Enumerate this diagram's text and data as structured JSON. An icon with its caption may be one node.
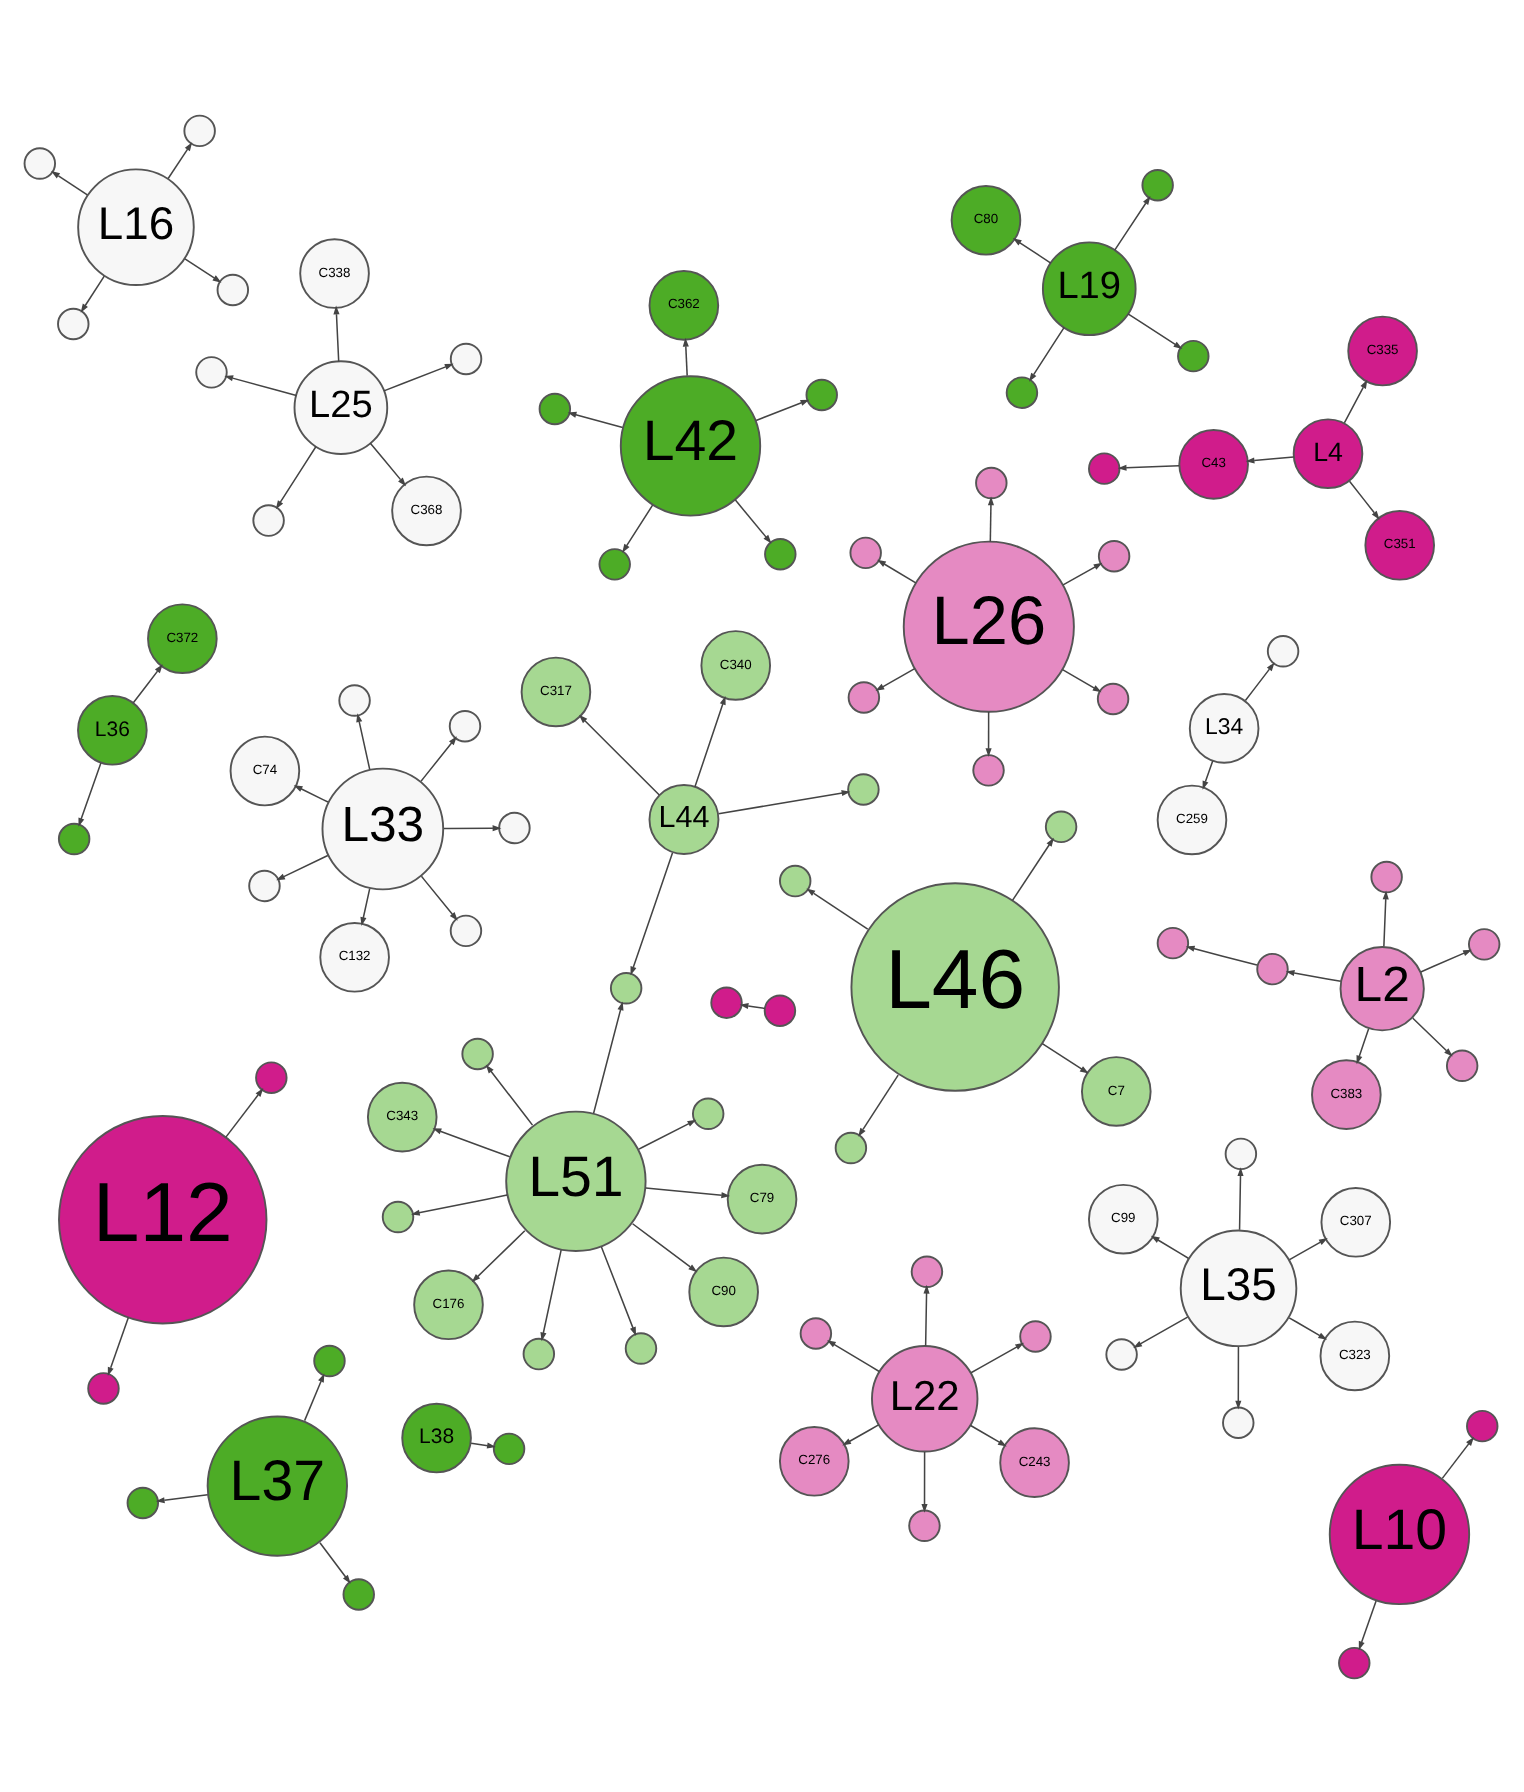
{
  "diagram": {
    "nodes": [
      {
        "text": [
          "L42"
        ]
      },
      {
        "text": [],
        "shape": "circle"
      },
      {
        "text": [],
        "shape": "circle"
      },
      {
        "text": [],
        "shape": "circle"
      },
      {
        "text": [],
        "shape": "circle"
      },
      {
        "text": [],
        "shape": "circle"
      },
      {
        "text": [
          "C362"
        ]
      },
      {
        "text": [
          "L37"
        ]
      },
      {
        "text": [],
        "shape": "circle"
      },
      {
        "text": [],
        "shape": "circle"
      },
      {
        "text": [
          "L36"
        ]
      },
      {
        "text": [
          "C372"
        ]
      },
      {
        "text": [],
        "shape": "circle"
      },
      {
        "text": [
          "L38"
        ]
      },
      {
        "text": [],
        "shape": "circle"
      },
      {
        "text": [
          "L19"
        ]
      },
      {
        "text": [],
        "shape": "circle"
      },
      {
        "text": [],
        "shape": "circle"
      },
      {
        "text": [
          "C80"
        ]
      },
      {
        "text": [],
        "shape": "circle"
      },
      {
        "text": [
          "L35"
        ]
      },
      {
        "text": [
          "C323"
        ]
      },
      {
        "text": [],
        "shape": "circle"
      },
      {
        "text": [
          "C99"
        ]
      },
      {
        "text": [
          "C307"
        ]
      },
      {
        "text": [],
        "shape": "circle"
      },
      {
        "text": [],
        "shape": "circle"
      },
      {
        "text": [
          "L34"
        ]
      },
      {
        "text": [],
        "shape": "circle"
      },
      {
        "text": [
          "C259"
        ]
      },
      {
        "text": [
          "L33"
        ]
      },
      {
        "text": [],
        "shape": "circle"
      },
      {
        "text": [
          "C132"
        ]
      },
      {
        "text": [
          "C74"
        ]
      },
      {
        "text": [],
        "shape": "circle"
      },
      {
        "text": [],
        "shape": "circle"
      },
      {
        "text": [],
        "shape": "circle"
      },
      {
        "text": [],
        "shape": "circle"
      },
      {
        "text": [
          "L25"
        ]
      },
      {
        "text": [
          "C368"
        ]
      },
      {
        "text": [],
        "shape": "circle"
      },
      {
        "text": [],
        "shape": "circle"
      },
      {
        "text": [],
        "shape": "circle"
      },
      {
        "text": [
          "C338"
        ]
      },
      {
        "text": [
          "L16"
        ]
      },
      {
        "text": [],
        "shape": "circle"
      },
      {
        "text": [],
        "shape": "circle"
      },
      {
        "text": [],
        "shape": "circle"
      },
      {
        "text": [],
        "shape": "circle"
      },
      {
        "text": [
          "L46"
        ]
      },
      {
        "text": [
          "C7"
        ]
      },
      {
        "text": [],
        "shape": "circle"
      },
      {
        "text": [],
        "shape": "circle"
      },
      {
        "text": [],
        "shape": "circle"
      },
      {
        "text": [
          "L51"
        ]
      },
      {
        "text": [
          "C79"
        ]
      },
      {
        "text": [],
        "shape": "circle"
      },
      {
        "text": [],
        "shape": "circle"
      },
      {
        "text": [],
        "shape": "circle"
      },
      {
        "text": [
          "C343"
        ]
      },
      {
        "text": [],
        "shape": "circle"
      },
      {
        "text": [
          "C90"
        ]
      },
      {
        "text": [
          "C176"
        ]
      },
      {
        "text": [],
        "shape": "circle"
      },
      {
        "text": [],
        "shape": "circle"
      },
      {
        "text": [
          "L44"
        ]
      },
      {
        "text": [],
        "shape": "circle"
      },
      {
        "text": [
          "C340"
        ]
      },
      {
        "text": [
          "C317"
        ]
      },
      {
        "text": [
          "L12"
        ]
      },
      {
        "text": [],
        "shape": "circle"
      },
      {
        "text": [],
        "shape": "circle"
      },
      {
        "text": [
          "L10"
        ]
      },
      {
        "text": [],
        "shape": "circle"
      },
      {
        "text": [],
        "shape": "circle"
      },
      {
        "text": [
          "L4"
        ]
      },
      {
        "text": [
          "C351"
        ]
      },
      {
        "text": [
          "C43"
        ]
      },
      {
        "text": [],
        "shape": "circle"
      },
      {
        "text": [
          "C335"
        ]
      },
      {
        "text": [],
        "shape": "circle"
      },
      {
        "text": [],
        "shape": "circle"
      },
      {
        "text": [
          "L2"
        ]
      },
      {
        "text": [],
        "shape": "circle"
      },
      {
        "text": [],
        "shape": "circle"
      },
      {
        "text": [],
        "shape": "circle"
      },
      {
        "text": [],
        "shape": "circle"
      },
      {
        "text": [],
        "shape": "circle"
      },
      {
        "text": [
          "C383"
        ]
      },
      {
        "text": [
          "L22"
        ]
      },
      {
        "text": [
          "C243"
        ]
      },
      {
        "text": [],
        "shape": "circle"
      },
      {
        "text": [],
        "shape": "circle"
      },
      {
        "text": [],
        "shape": "circle"
      },
      {
        "text": [],
        "shape": "circle"
      },
      {
        "text": [
          "C276"
        ]
      },
      {
        "text": [
          "L26"
        ]
      },
      {
        "text": [],
        "shape": "circle"
      },
      {
        "text": [],
        "shape": "circle"
      },
      {
        "text": [],
        "shape": "circle"
      },
      {
        "text": [],
        "shape": "circle"
      },
      {
        "text": [],
        "shape": "circle"
      },
      {
        "text": [],
        "shape": "circle"
      }
    ],
    "edges": [
      {
        "from": 0,
        "to": 1,
        "arrow": "to"
      },
      {
        "from": 0,
        "to": 2,
        "arrow": "to"
      },
      {
        "from": 0,
        "to": 4,
        "arrow": "to"
      },
      {
        "from": 0,
        "to": 5,
        "arrow": "to"
      },
      {
        "from": 0,
        "to": 6,
        "arrow": "to"
      },
      {
        "from": 7,
        "to": 3,
        "arrow": "to"
      },
      {
        "from": 7,
        "to": 8,
        "arrow": "to"
      },
      {
        "from": 7,
        "to": 9,
        "arrow": "to"
      },
      {
        "from": 10,
        "to": 11,
        "arrow": "to"
      },
      {
        "from": 10,
        "to": 12,
        "arrow": "to"
      },
      {
        "from": 13,
        "to": 14,
        "arrow": "to"
      },
      {
        "from": 15,
        "to": 16,
        "arrow": "to"
      },
      {
        "from": 15,
        "to": 17,
        "arrow": "to"
      },
      {
        "from": 15,
        "to": 18,
        "arrow": "to"
      },
      {
        "from": 15,
        "to": 19,
        "arrow": "to"
      },
      {
        "from": 20,
        "to": 21,
        "arrow": "to"
      },
      {
        "from": 20,
        "to": 22,
        "arrow": "to"
      },
      {
        "from": 20,
        "to": 23,
        "arrow": "to"
      },
      {
        "from": 20,
        "to": 24,
        "arrow": "to"
      },
      {
        "from": 20,
        "to": 25,
        "arrow": "to"
      },
      {
        "from": 20,
        "to": 26,
        "arrow": "to"
      },
      {
        "from": 27,
        "to": 28,
        "arrow": "to"
      },
      {
        "from": 27,
        "to": 29,
        "arrow": "to"
      },
      {
        "from": 30,
        "to": 31,
        "arrow": "to"
      },
      {
        "from": 30,
        "to": 32,
        "arrow": "to"
      },
      {
        "from": 30,
        "to": 33,
        "arrow": "to"
      },
      {
        "from": 30,
        "to": 34,
        "arrow": "to"
      },
      {
        "from": 30,
        "to": 35,
        "arrow": "to"
      },
      {
        "from": 30,
        "to": 36,
        "arrow": "to"
      },
      {
        "from": 30,
        "to": 37,
        "arrow": "to"
      },
      {
        "from": 38,
        "to": 39,
        "arrow": "to"
      },
      {
        "from": 38,
        "to": 40,
        "arrow": "to"
      },
      {
        "from": 38,
        "to": 41,
        "arrow": "to"
      },
      {
        "from": 38,
        "to": 42,
        "arrow": "to"
      },
      {
        "from": 38,
        "to": 43,
        "arrow": "to"
      },
      {
        "from": 44,
        "to": 45,
        "arrow": "to"
      },
      {
        "from": 44,
        "to": 46,
        "arrow": "to"
      },
      {
        "from": 44,
        "to": 47,
        "arrow": "to"
      },
      {
        "from": 44,
        "to": 48,
        "arrow": "to"
      },
      {
        "from": 49,
        "to": 50,
        "arrow": "to"
      },
      {
        "from": 49,
        "to": 51,
        "arrow": "to"
      },
      {
        "from": 49,
        "to": 52,
        "arrow": "to"
      },
      {
        "from": 49,
        "to": 53,
        "arrow": "to"
      },
      {
        "from": 54,
        "to": 55,
        "arrow": "to"
      },
      {
        "from": 54,
        "to": 56,
        "arrow": "to"
      },
      {
        "from": 54,
        "to": 57,
        "arrow": "to"
      },
      {
        "from": 54,
        "to": 58,
        "arrow": "to"
      },
      {
        "from": 54,
        "to": 59,
        "arrow": "to"
      },
      {
        "from": 54,
        "to": 60,
        "arrow": "to"
      },
      {
        "from": 54,
        "to": 61,
        "arrow": "to"
      },
      {
        "from": 54,
        "to": 62,
        "arrow": "to"
      },
      {
        "from": 54,
        "to": 63,
        "arrow": "to"
      },
      {
        "from": 54,
        "to": 64,
        "arrow": "to"
      },
      {
        "from": 65,
        "to": 66,
        "arrow": "to"
      },
      {
        "from": 65,
        "to": 67,
        "arrow": "to"
      },
      {
        "from": 65,
        "to": 68,
        "arrow": "to"
      },
      {
        "from": 65,
        "to": 64,
        "arrow": "to"
      },
      {
        "from": 69,
        "to": 70,
        "arrow": "to"
      },
      {
        "from": 69,
        "to": 71,
        "arrow": "to"
      },
      {
        "from": 72,
        "to": 73,
        "arrow": "to"
      },
      {
        "from": 72,
        "to": 74,
        "arrow": "to"
      },
      {
        "from": 75,
        "to": 76,
        "arrow": "to"
      },
      {
        "from": 75,
        "to": 77,
        "arrow": "to"
      },
      {
        "from": 77,
        "to": 78,
        "arrow": "to"
      },
      {
        "from": 75,
        "to": 79,
        "arrow": "to"
      },
      {
        "from": 81,
        "to": 80,
        "arrow": "to"
      },
      {
        "from": 82,
        "to": 83,
        "arrow": "to"
      },
      {
        "from": 82,
        "to": 84,
        "arrow": "to"
      },
      {
        "from": 84,
        "to": 85,
        "arrow": "to"
      },
      {
        "from": 82,
        "to": 86,
        "arrow": "to"
      },
      {
        "from": 82,
        "to": 87,
        "arrow": "to"
      },
      {
        "from": 82,
        "to": 88,
        "arrow": "to"
      },
      {
        "from": 89,
        "to": 90,
        "arrow": "to"
      },
      {
        "from": 89,
        "to": 91,
        "arrow": "to"
      },
      {
        "from": 89,
        "to": 92,
        "arrow": "to"
      },
      {
        "from": 89,
        "to": 93,
        "arrow": "to"
      },
      {
        "from": 89,
        "to": 94,
        "arrow": "to"
      },
      {
        "from": 89,
        "to": 95,
        "arrow": "to"
      },
      {
        "from": 96,
        "to": 97,
        "arrow": "to"
      },
      {
        "from": 96,
        "to": 98,
        "arrow": "to"
      },
      {
        "from": 96,
        "to": 99,
        "arrow": "to"
      },
      {
        "from": 96,
        "to": 100,
        "arrow": "to"
      },
      {
        "from": 96,
        "to": 101,
        "arrow": "to"
      },
      {
        "from": 96,
        "to": 102,
        "arrow": "to"
      }
    ]
  }
}
